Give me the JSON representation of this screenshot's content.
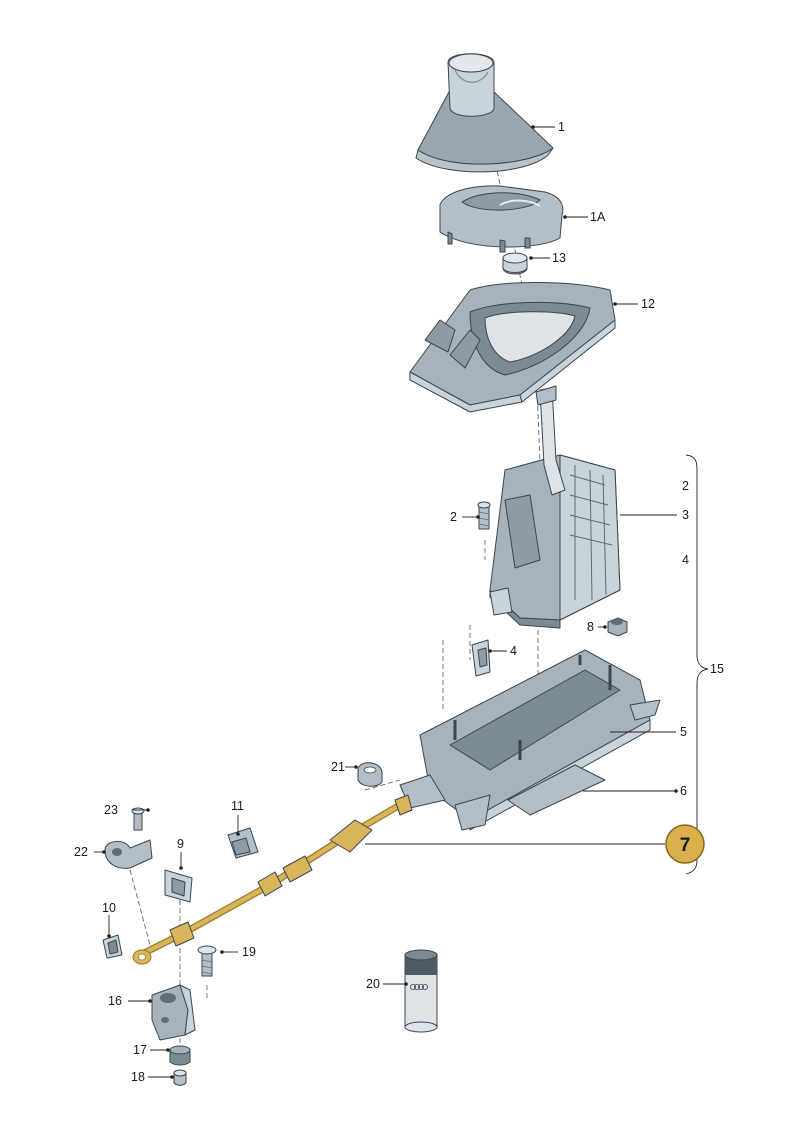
{
  "colors": {
    "part_light": "#c9d3da",
    "part_mid": "#a7b3bc",
    "part_dark": "#7c8a94",
    "part_edge": "#3a4650",
    "cable_gold": "#d8b45a",
    "cable_gold_dark": "#9c7a2c",
    "badge_fill": "#d9b04c",
    "badge_ring": "#8a6a1c",
    "leader": "#222222"
  },
  "badge": {
    "label": "7"
  },
  "callouts": {
    "c1": "1",
    "c1a": "1A",
    "c13": "13",
    "c12": "12",
    "c2_top": "2",
    "c2": "2",
    "c3": "3",
    "c4_right": "4",
    "c4": "4",
    "c8": "8",
    "c15": "15",
    "c5": "5",
    "c21": "21",
    "c6": "6",
    "c11": "11",
    "c23": "23",
    "c22": "22",
    "c9": "9",
    "c10": "10",
    "c19": "19",
    "c20": "20",
    "c16": "16",
    "c17": "17",
    "c18": "18"
  }
}
